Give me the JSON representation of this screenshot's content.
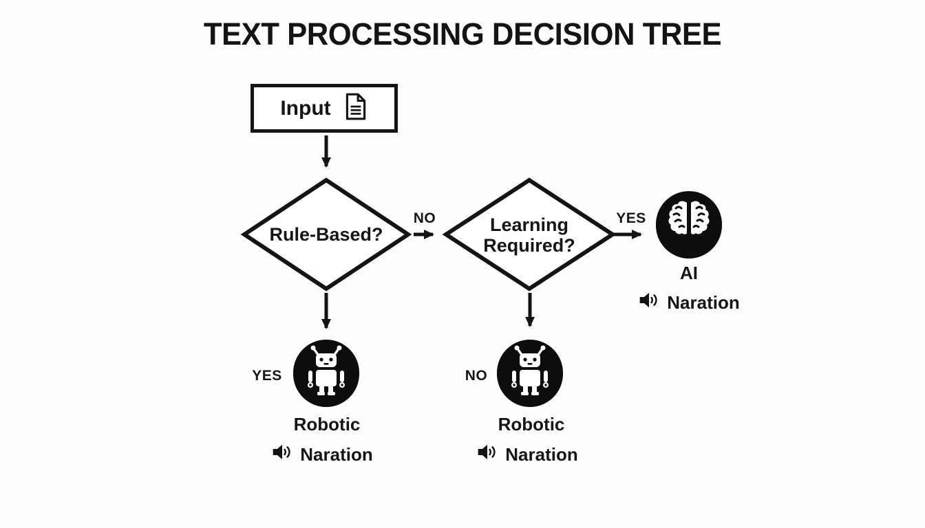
{
  "title": "TEXT PROCESSING DECISION TREE",
  "nodes": {
    "input": {
      "label": "Input"
    },
    "rule_based": {
      "label": "Rule-Based?"
    },
    "learning_required": {
      "label": "Learning Required?"
    },
    "ai": {
      "label": "AI",
      "narration": "Naration"
    },
    "robotic_left": {
      "label": "Robotic",
      "narration": "Naration"
    },
    "robotic_middle": {
      "label": "Robotic",
      "narration": "Naration"
    }
  },
  "edges": {
    "rule_no": "NO",
    "rule_yes": "YES",
    "learning_yes": "YES",
    "learning_no": "NO"
  },
  "icons": {
    "input": "document-icon",
    "ai": "brain-icon",
    "robotic": "robot-icon",
    "narration": "speaker-icon"
  },
  "colors": {
    "ink": "#141414",
    "node_fill": "#0d0d0d",
    "icon_on_node": "#ffffff",
    "background": "#fdfdfd"
  }
}
